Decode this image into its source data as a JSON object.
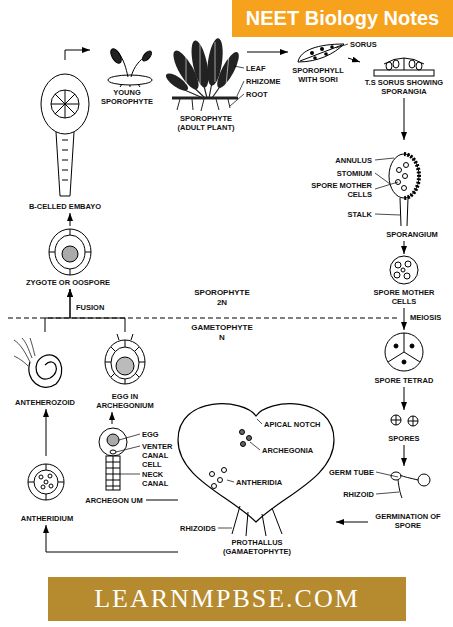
{
  "diagram": {
    "title": "NEET Biology Notes",
    "nodes": [
      {
        "text": [
          "SPOROPHYTE (ADULT PLANT)"
        ]
      },
      {
        "text": [
          "SPOROPHYLL WITH SORI"
        ]
      },
      {
        "text": [
          "T.S SORUS SHOWING SPORANGIA"
        ]
      },
      {
        "text": [
          "SPORANGIUM"
        ]
      },
      {
        "text": [
          "SPORE MOTHER CELLS"
        ]
      },
      {
        "text": [
          "SPORE TETRAD"
        ]
      },
      {
        "text": [
          "SPORES"
        ]
      },
      {
        "text": [
          "GERMINATION OF SPORE"
        ]
      },
      {
        "text": [
          "PROTHALLUS (GAMAETOPHYTE)"
        ]
      },
      {
        "text": [
          "ARCHEGON UM"
        ]
      },
      {
        "text": [
          "ANTHERIDIUM"
        ]
      },
      {
        "text": [
          "ANTEHEROZOID"
        ]
      },
      {
        "text": [
          "EGG IN ARCHEGONIUM"
        ]
      },
      {
        "text": [
          "ZYGOTE OR OOSPORE"
        ]
      },
      {
        "text": [
          "B-CELLED EMBAYO"
        ]
      },
      {
        "text": [
          "YOUNG SPOROPHYTE"
        ]
      }
    ],
    "edges": [
      {
        "from": 14,
        "to": 15,
        "arrow": "to"
      },
      {
        "from": 0,
        "to": 1,
        "arrow": "to"
      },
      {
        "from": 1,
        "to": 2,
        "arrow": "to"
      },
      {
        "from": 2,
        "to": 3,
        "arrow": "to"
      },
      {
        "from": 3,
        "to": 4,
        "arrow": "to"
      },
      {
        "from": 4,
        "to": 5,
        "arrow": "to"
      },
      {
        "from": 5,
        "to": 6,
        "arrow": "to"
      },
      {
        "from": 6,
        "to": 7,
        "arrow": "to"
      },
      {
        "from": 7,
        "to": 8,
        "arrow": "to"
      },
      {
        "from": 8,
        "to": 10,
        "arrow": "to"
      },
      {
        "from": 8,
        "to": 9,
        "arrow": "none"
      },
      {
        "from": 10,
        "to": 11,
        "arrow": "to"
      },
      {
        "from": 9,
        "to": 12,
        "arrow": "to"
      },
      {
        "from": 11,
        "to": 13,
        "arrow": "to"
      },
      {
        "from": 12,
        "to": 13,
        "arrow": "to"
      },
      {
        "from": 13,
        "to": 14,
        "arrow": "to"
      }
    ],
    "labels": [
      "SORUS",
      "LEAF",
      "RHIZOME",
      "ROOT",
      "ANNULUS",
      "STOMIUM",
      "SPORE MOTHER CELLS",
      "STALK",
      "SPOROPHYTE 2N",
      "GAMETOPHYTE N",
      "FUSION",
      "MEIOSIS",
      "APICAL NOTCH",
      "ARCHEGONIA",
      "ANTHERIDIA",
      "RHIZOIDS",
      "EGG",
      "VENTER CANAL CELL",
      "NECK CANAL",
      "GERM TUBE",
      "RHIZOID",
      "LEARNMPBSE.COM"
    ]
  }
}
